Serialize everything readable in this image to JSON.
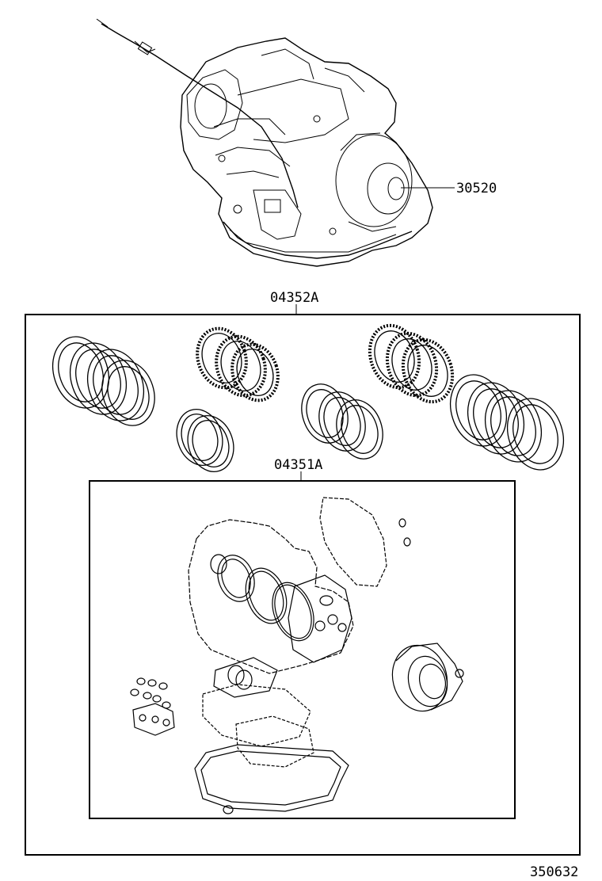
{
  "labels": {
    "assembly_part": "30520",
    "outer_kit": "04352A",
    "inner_kit": "04351A",
    "figure_number": "350632"
  },
  "icons": {
    "assembly": "transaxle-assembly-icon",
    "clutch_discs": "clutch-disc-icon",
    "gaskets": "gasket-set-icon"
  },
  "colors": {
    "line": "#000000",
    "background": "#ffffff"
  }
}
